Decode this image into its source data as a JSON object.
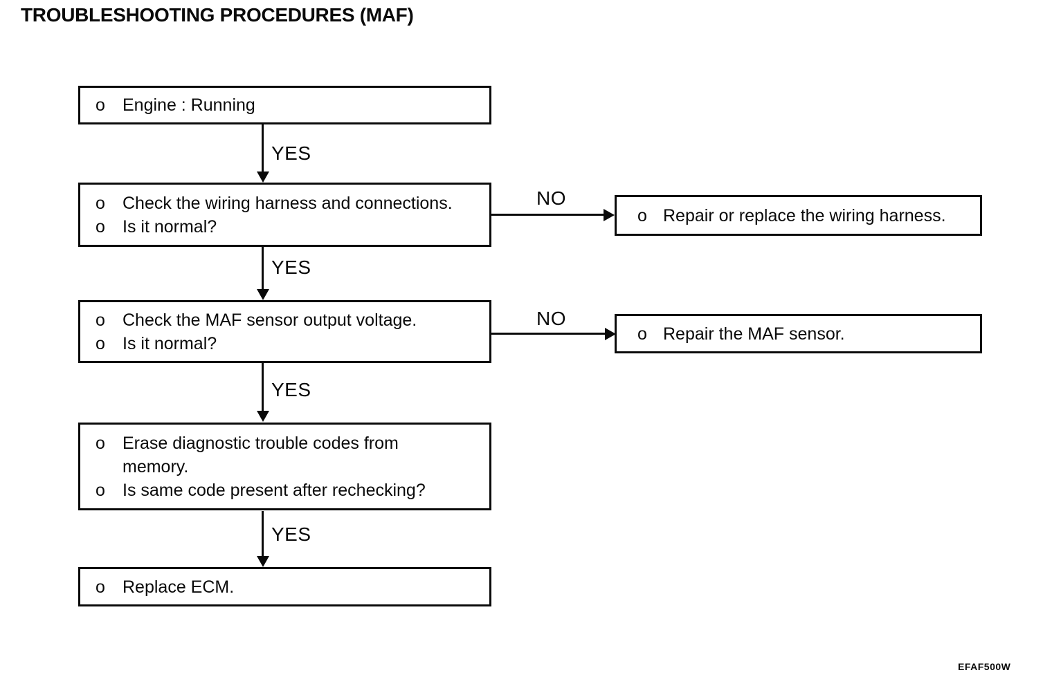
{
  "page": {
    "title": "TROUBLESHOOTING PROCEDURES (MAF)",
    "figure_code": "EFAF500W"
  },
  "labels": {
    "yes": "YES",
    "no": "NO",
    "bullet": "o"
  },
  "flowchart": {
    "steps": [
      {
        "name": "engine-running",
        "items": [
          {
            "text": "Engine : Running"
          }
        ]
      },
      {
        "name": "check-wiring-harness",
        "items": [
          {
            "text": "Check the wiring harness and connections."
          },
          {
            "text": "Is it normal?"
          }
        ]
      },
      {
        "name": "check-maf-output-voltage",
        "items": [
          {
            "text": "Check the MAF sensor output voltage."
          },
          {
            "text": "Is it normal?"
          }
        ]
      },
      {
        "name": "erase-dtc",
        "items": [
          {
            "text": "Erase diagnostic trouble codes from"
          },
          {
            "text": "memory.",
            "continuation": true
          },
          {
            "text": "Is same code present after rechecking?"
          }
        ]
      },
      {
        "name": "replace-ecm",
        "items": [
          {
            "text": "Replace ECM."
          }
        ]
      }
    ],
    "results": [
      {
        "name": "repair-wiring-harness",
        "items": [
          {
            "text": "Repair or replace the wiring harness."
          }
        ]
      },
      {
        "name": "repair-maf-sensor",
        "items": [
          {
            "text": "Repair the MAF sensor."
          }
        ]
      }
    ]
  }
}
